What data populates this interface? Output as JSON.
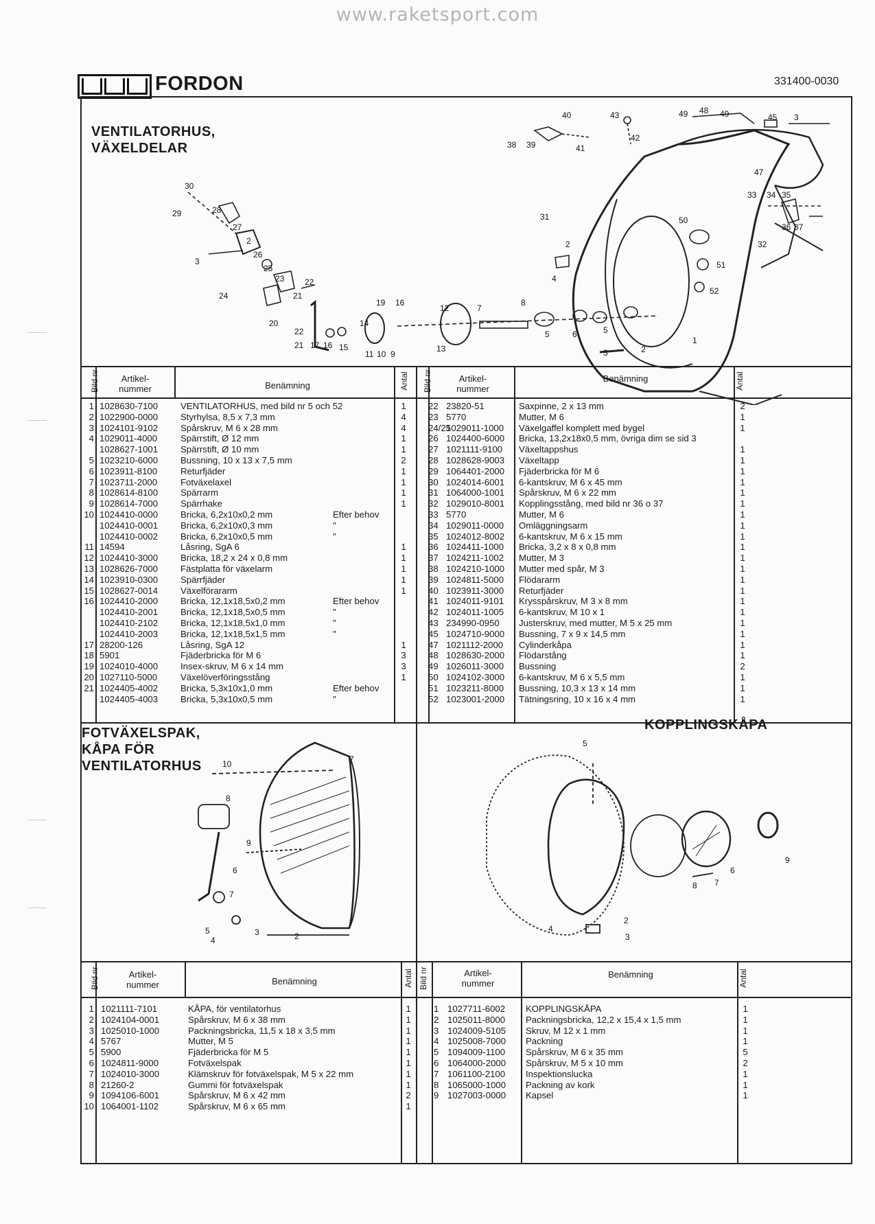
{
  "url": "www.raketsport.com",
  "brand": "FORDON",
  "doc_number": "331400-0030",
  "section_top": {
    "title_line1": "VENTILATORHUS,",
    "title_line2": "VÄXELDELAR"
  },
  "section_bottom_left": {
    "title_line1": "FOTVÄXELSPAK,",
    "title_line2": "KÅPA FÖR",
    "title_line3": "VENTILATORHUS"
  },
  "section_bottom_right": {
    "title": "KOPPLINGSKÅPA"
  },
  "headers": {
    "bild_nr": "Bild nr",
    "artikel_1": "Artikel-",
    "artikel_2": "nummer",
    "benamning": "Benämning",
    "antal": "Antal"
  },
  "top_left_rows": [
    {
      "bild": "1",
      "art": "1028630-7100",
      "ben": "VENTILATORHUS, med bild nr 5 och 52",
      "note": "",
      "antal": "1"
    },
    {
      "bild": "2",
      "art": "1022900-0000",
      "ben": "Styrhylsa, 8,5 x 7,3 mm",
      "note": "",
      "antal": "4"
    },
    {
      "bild": "3",
      "art": "1024101-9102",
      "ben": "Spårskruv, M 6 x 28 mm",
      "note": "",
      "antal": "4"
    },
    {
      "bild": "4",
      "art": "1029011-4000",
      "ben": "Spärrstift, Ø 12 mm",
      "note": "",
      "antal": "1"
    },
    {
      "bild": "",
      "art": "1028627-1001",
      "ben": "Spärrstift, Ø 10 mm",
      "note": "",
      "antal": "1"
    },
    {
      "bild": "5",
      "art": "1023210-6000",
      "ben": "Bussning, 10 x 13 x 7,5 mm",
      "note": "",
      "antal": "2"
    },
    {
      "bild": "6",
      "art": "1023911-8100",
      "ben": "Returfjäder",
      "note": "",
      "antal": "1"
    },
    {
      "bild": "7",
      "art": "1023711-2000",
      "ben": "Fotväxelaxel",
      "note": "",
      "antal": "1"
    },
    {
      "bild": "8",
      "art": "1028614-8100",
      "ben": "Spärrarm",
      "note": "",
      "antal": "1"
    },
    {
      "bild": "9",
      "art": "1028614-7000",
      "ben": "Spärrhake",
      "note": "",
      "antal": "1"
    },
    {
      "bild": "10",
      "art": "1024410-0000",
      "ben": "Bricka, 6,2x10x0,2 mm",
      "note": "Efter behov",
      "antal": ""
    },
    {
      "bild": "",
      "art": "1024410-0001",
      "ben": "Bricka, 6,2x10x0,3 mm",
      "note": "\"",
      "antal": ""
    },
    {
      "bild": "",
      "art": "1024410-0002",
      "ben": "Bricka, 6,2x10x0,5 mm",
      "note": "\"",
      "antal": ""
    },
    {
      "bild": "11",
      "art": "14594",
      "ben": "Låsring, SgA 6",
      "note": "",
      "antal": "1"
    },
    {
      "bild": "12",
      "art": "1024410-3000",
      "ben": "Bricka, 18,2 x 24 x 0,8 mm",
      "note": "",
      "antal": "1"
    },
    {
      "bild": "13",
      "art": "1028626-7000",
      "ben": "Fästplatta för växelarm",
      "note": "",
      "antal": "1"
    },
    {
      "bild": "14",
      "art": "1023910-0300",
      "ben": "Spärrfjäder",
      "note": "",
      "antal": "1"
    },
    {
      "bild": "15",
      "art": "1028627-0014",
      "ben": "Växelförararm",
      "note": "",
      "antal": "1"
    },
    {
      "bild": "16",
      "art": "1024410-2000",
      "ben": "Bricka, 12,1x18,5x0,2 mm",
      "note": "Efter behov",
      "antal": ""
    },
    {
      "bild": "",
      "art": "1024410-2001",
      "ben": "Bricka, 12,1x18,5x0,5 mm",
      "note": "\"",
      "antal": ""
    },
    {
      "bild": "",
      "art": "1024410-2102",
      "ben": "Bricka, 12,1x18,5x1,0 mm",
      "note": "\"",
      "antal": ""
    },
    {
      "bild": "",
      "art": "1024410-2003",
      "ben": "Bricka, 12,1x18,5x1,5 mm",
      "note": "\"",
      "antal": ""
    },
    {
      "bild": "17",
      "art": "28200-126",
      "ben": "Låsring, SgA 12",
      "note": "",
      "antal": "1"
    },
    {
      "bild": "18",
      "art": "5901",
      "ben": "Fjäderbricka för M 6",
      "note": "",
      "antal": "3"
    },
    {
      "bild": "19",
      "art": "1024010-4000",
      "ben": "Insex-skruv, M 6 x 14 mm",
      "note": "",
      "antal": "3"
    },
    {
      "bild": "20",
      "art": "1027110-5000",
      "ben": "Växelöverföringsstång",
      "note": "",
      "antal": "1"
    },
    {
      "bild": "21",
      "art": "1024405-4002",
      "ben": "Bricka, 5,3x10x1,0 mm",
      "note": "Efter behov",
      "antal": ""
    },
    {
      "bild": "",
      "art": "1024405-4003",
      "ben": "Bricka, 5,3x10x0,5 mm",
      "note": "\"",
      "antal": ""
    }
  ],
  "top_right_rows": [
    {
      "bild": "22",
      "art": "23820-51",
      "ben": "Saxpinne, 2 x 13 mm",
      "antal": "2"
    },
    {
      "bild": "23",
      "art": "5770",
      "ben": "Mutter, M 6",
      "antal": "1"
    },
    {
      "bild": "24/25",
      "art": "1029011-1000",
      "ben": "Växelgaffel komplett med bygel",
      "antal": "1"
    },
    {
      "bild": "26",
      "art": "1024400-6000",
      "ben": "Bricka, 13,2x18x0,5 mm, övriga dim se sid 3",
      "antal": ""
    },
    {
      "bild": "27",
      "art": "1021111-9100",
      "ben": "Växeltappshus",
      "antal": "1"
    },
    {
      "bild": "28",
      "art": "1028628-9003",
      "ben": "Växeltapp",
      "antal": "1"
    },
    {
      "bild": "29",
      "art": "1064401-2000",
      "ben": "Fjäderbricka för M 6",
      "antal": "1"
    },
    {
      "bild": "30",
      "art": "1024014-6001",
      "ben": "6-kantskruv, M 6 x 45 mm",
      "antal": "1"
    },
    {
      "bild": "31",
      "art": "1064000-1001",
      "ben": "Spårskruv, M 6 x 22 mm",
      "antal": "1"
    },
    {
      "bild": "32",
      "art": "1029010-8001",
      "ben": "Kopplingsstång, med bild nr 36 o 37",
      "antal": "1"
    },
    {
      "bild": "33",
      "art": "5770",
      "ben": "Mutter, M 6",
      "antal": "1"
    },
    {
      "bild": "34",
      "art": "1029011-0000",
      "ben": "Omläggningsarm",
      "antal": "1"
    },
    {
      "bild": "35",
      "art": "1024012-8002",
      "ben": "6-kantskruv, M 6 x 15 mm",
      "antal": "1"
    },
    {
      "bild": "36",
      "art": "1024411-1000",
      "ben": "Bricka, 3,2 x 8 x 0,8 mm",
      "antal": "1"
    },
    {
      "bild": "37",
      "art": "1024211-1002",
      "ben": "Mutter, M 3",
      "antal": "1"
    },
    {
      "bild": "38",
      "art": "1024210-1000",
      "ben": "Mutter med spår, M 3",
      "antal": "1"
    },
    {
      "bild": "39",
      "art": "1024811-5000",
      "ben": "Flödararm",
      "antal": "1"
    },
    {
      "bild": "40",
      "art": "1023911-3000",
      "ben": "Returfjäder",
      "antal": "1"
    },
    {
      "bild": "41",
      "art": "1024011-9101",
      "ben": "Krysspårskruv, M 3 x 8 mm",
      "antal": "1"
    },
    {
      "bild": "42",
      "art": "1024011-1005",
      "ben": "6-kantskruv, M 10 x 1",
      "antal": "1"
    },
    {
      "bild": "43",
      "art": "234990-0950",
      "ben": "Justerskruv, med mutter, M 5 x 25 mm",
      "antal": "1"
    },
    {
      "bild": "45",
      "art": "1024710-9000",
      "ben": "Bussning, 7 x 9 x 14,5 mm",
      "antal": "1"
    },
    {
      "bild": "47",
      "art": "1021112-2000",
      "ben": "Cylinderkåpa",
      "antal": "1"
    },
    {
      "bild": "48",
      "art": "1028630-2000",
      "ben": "Flödarstång",
      "antal": "1"
    },
    {
      "bild": "49",
      "art": "1026011-3000",
      "ben": "Bussning",
      "antal": "2"
    },
    {
      "bild": "50",
      "art": "1024102-3000",
      "ben": "6-kantskruv, M 6 x 5,5 mm",
      "antal": "1"
    },
    {
      "bild": "51",
      "art": "1023211-8000",
      "ben": "Bussning, 10,3 x 13 x 14 mm",
      "antal": "1"
    },
    {
      "bild": "52",
      "art": "1023001-2000",
      "ben": "Tätningsring, 10 x 16 x 4 mm",
      "antal": "1"
    }
  ],
  "bottom_left_rows": [
    {
      "bild": "1",
      "art": "1021111-7101",
      "ben": "KÅPA, för ventilatorhus",
      "antal": "1"
    },
    {
      "bild": "2",
      "art": "1024104-0001",
      "ben": "Spårskruv, M 6 x 38 mm",
      "antal": "1"
    },
    {
      "bild": "3",
      "art": "1025010-1000",
      "ben": "Packningsbricka, 11,5 x 18 x 3,5 mm",
      "antal": "1"
    },
    {
      "bild": "4",
      "art": "5767",
      "ben": "Mutter, M 5",
      "antal": "1"
    },
    {
      "bild": "5",
      "art": "5900",
      "ben": "Fjäderbricka för M 5",
      "antal": "1"
    },
    {
      "bild": "6",
      "art": "1024811-9000",
      "ben": "Fotväxelspak",
      "antal": "1"
    },
    {
      "bild": "7",
      "art": "1024010-3000",
      "ben": "Klämskruv för fotväxelspak, M 5 x 22 mm",
      "antal": "1"
    },
    {
      "bild": "8",
      "art": "21260-2",
      "ben": "Gummi för fotväxelspak",
      "antal": "1"
    },
    {
      "bild": "9",
      "art": "1094106-6001",
      "ben": "Spårskruv, M 6 x 42 mm",
      "antal": "2"
    },
    {
      "bild": "10",
      "art": "1064001-1102",
      "ben": "Spårskruv, M 6 x 65 mm",
      "antal": "1"
    }
  ],
  "bottom_right_rows": [
    {
      "bild": "1",
      "art": "1027711-6002",
      "ben": "KOPPLINGSKÅPA",
      "antal": "1"
    },
    {
      "bild": "2",
      "art": "1025011-8000",
      "ben": "Packningsbricka, 12,2 x 15,4 x 1,5 mm",
      "antal": "1"
    },
    {
      "bild": "3",
      "art": "1024009-5105",
      "ben": "Skruv, M 12 x 1 mm",
      "antal": "1"
    },
    {
      "bild": "4",
      "art": "1025008-7000",
      "ben": "Packning",
      "antal": "1"
    },
    {
      "bild": "5",
      "art": "1094009-1100",
      "ben": "Spårskruv, M 6 x 35 mm",
      "antal": "5"
    },
    {
      "bild": "6",
      "art": "1064000-2000",
      "ben": "Spårskruv, M 5 x 10 mm",
      "antal": "2"
    },
    {
      "bild": "7",
      "art": "1061100-2100",
      "ben": "Inspektionslucka",
      "antal": "1"
    },
    {
      "bild": "8",
      "art": "1065000-1000",
      "ben": "Packning av kork",
      "antal": "1"
    },
    {
      "bild": "9",
      "art": "1027003-0000",
      "ben": "Kapsel",
      "antal": "1"
    }
  ],
  "callouts_top": [
    "30",
    "29",
    "28",
    "27",
    "2",
    "3",
    "26",
    "25",
    "23",
    "22",
    "21",
    "24",
    "20",
    "22",
    "21",
    "17",
    "16",
    "15",
    "14",
    "11",
    "10",
    "9",
    "19",
    "16",
    "12",
    "7",
    "8",
    "13",
    "5",
    "6",
    "5",
    "3",
    "2",
    "1",
    "4",
    "2",
    "31",
    "50",
    "38",
    "39",
    "40",
    "41",
    "43",
    "42",
    "49",
    "48",
    "49",
    "45",
    "3",
    "47",
    "33",
    "34",
    "35",
    "36",
    "37",
    "32",
    "51",
    "52"
  ],
  "callouts_bl": [
    "10",
    "7",
    "8",
    "9",
    "6",
    "7",
    "5",
    "4",
    "3",
    "2"
  ],
  "callouts_br": [
    "5",
    "9",
    "8",
    "7",
    "6",
    "4",
    "2",
    "3"
  ]
}
